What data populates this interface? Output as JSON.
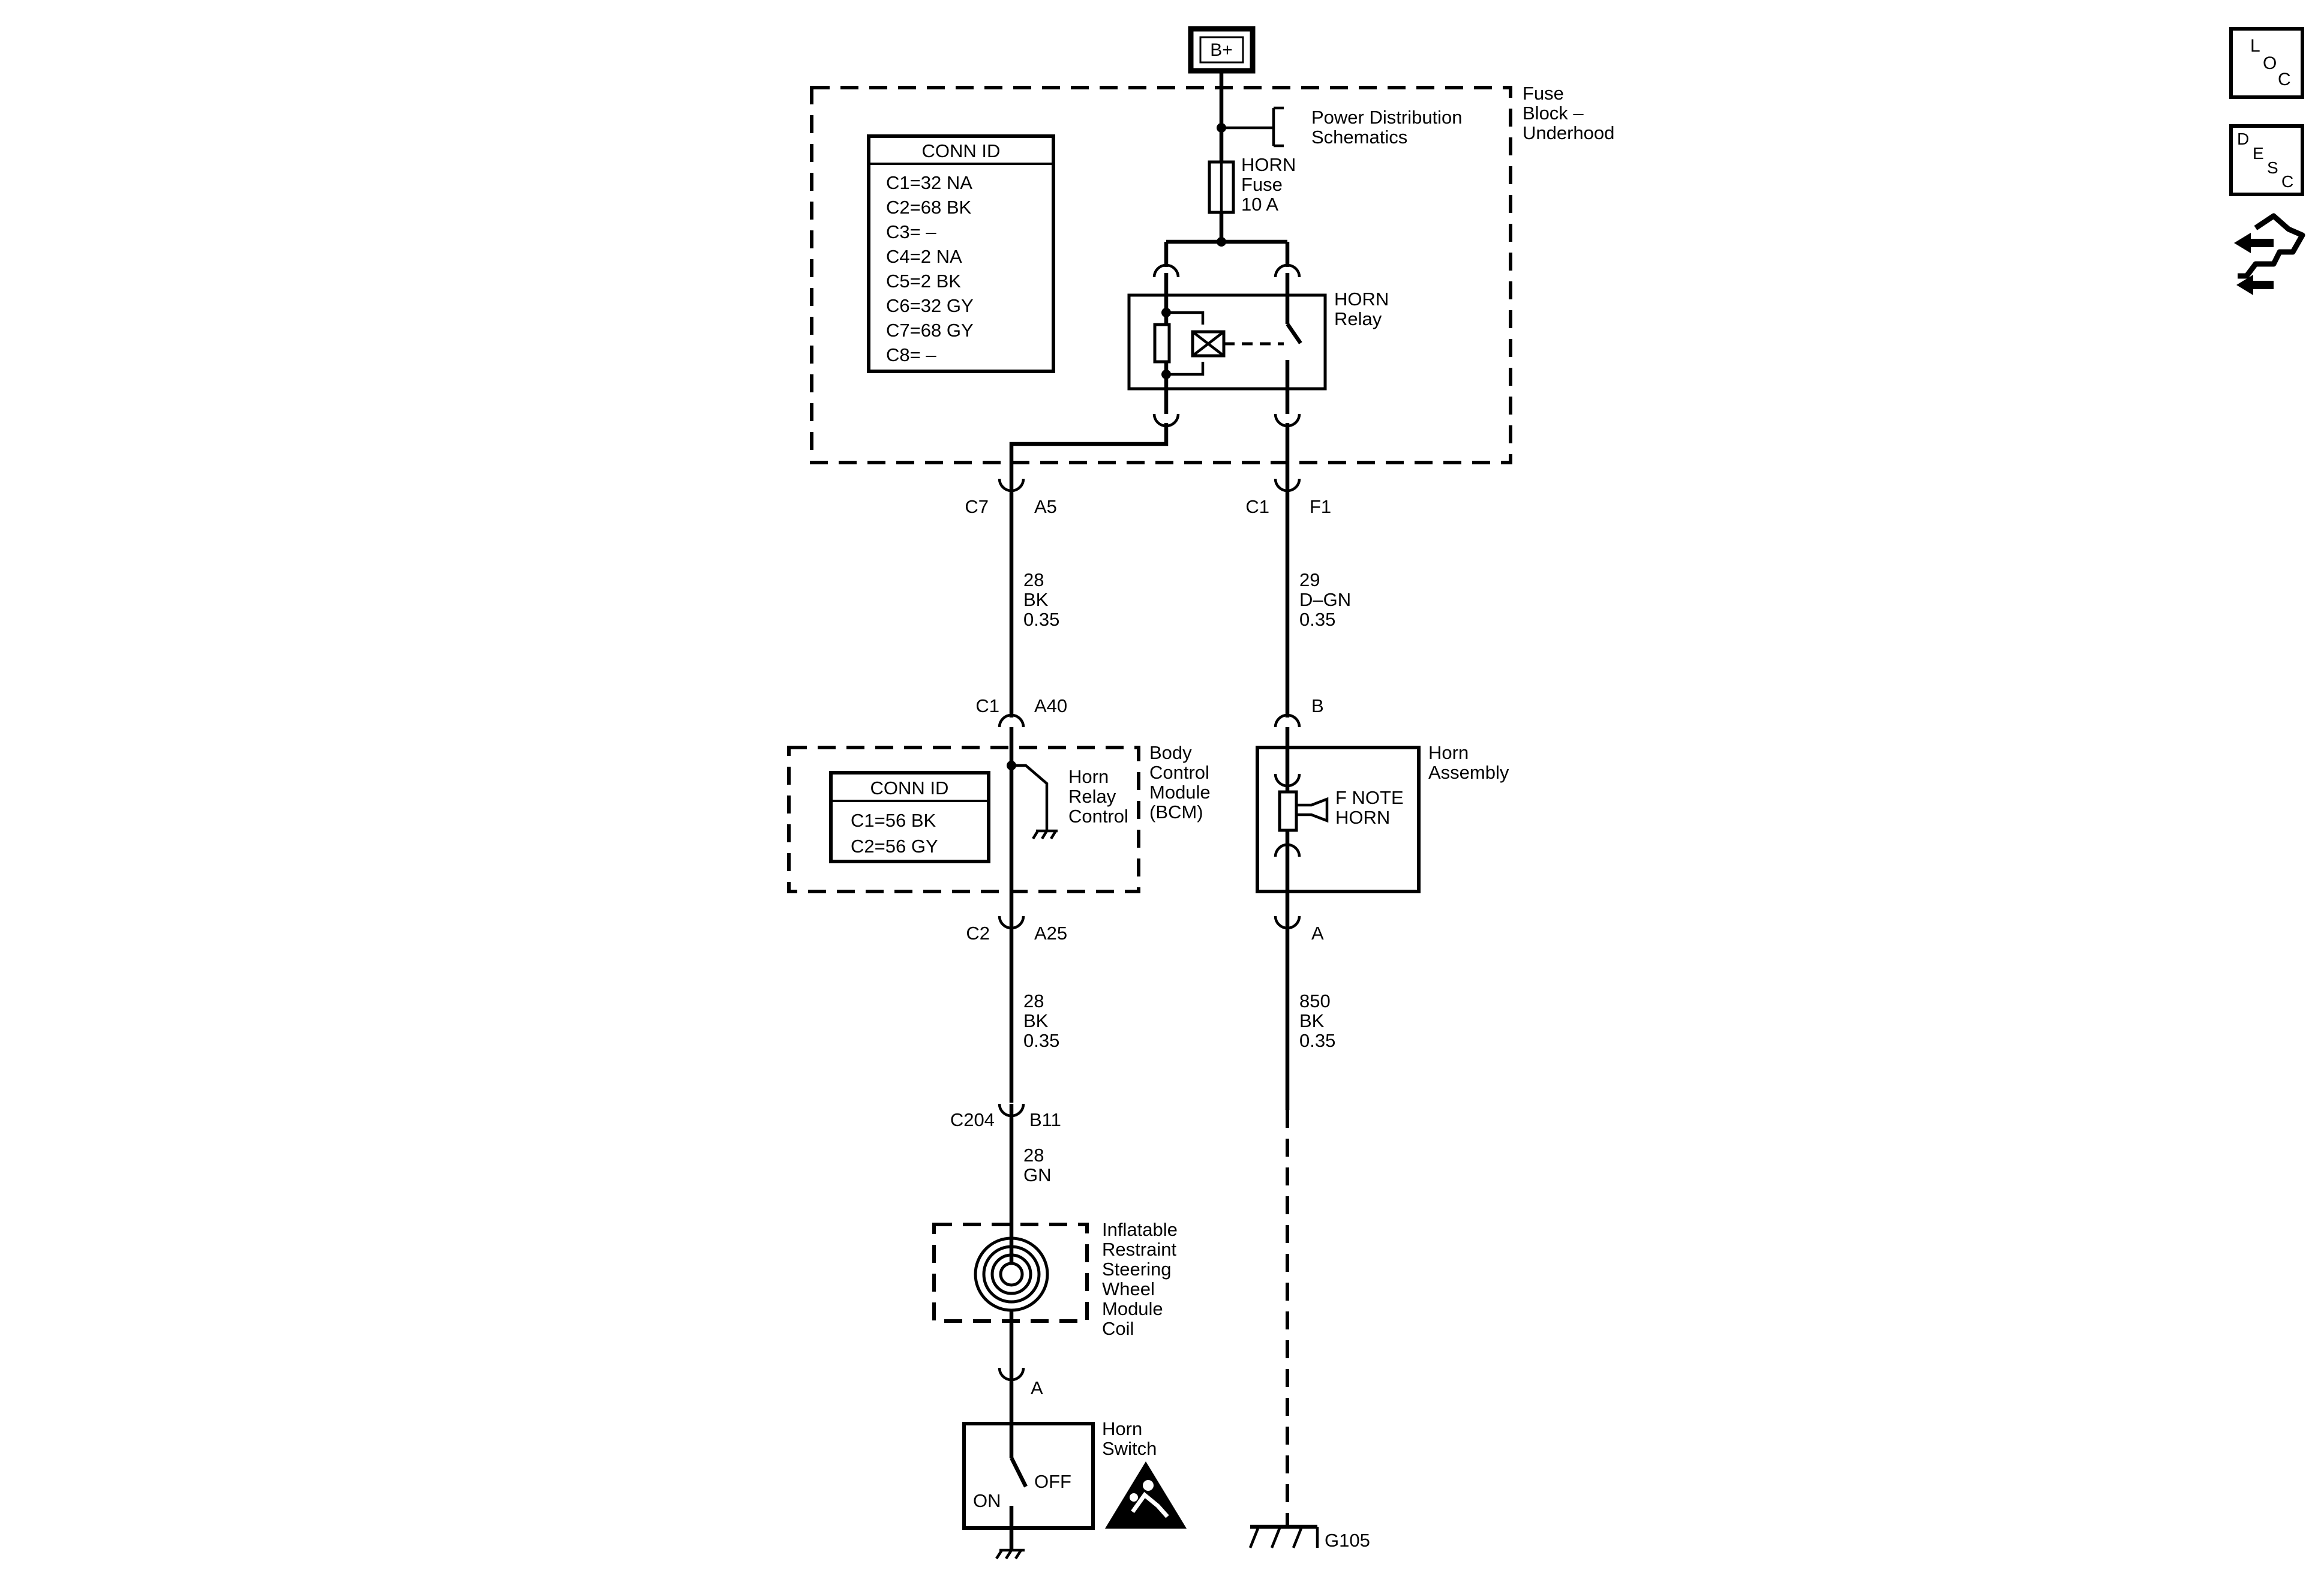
{
  "battery": {
    "label": "B+"
  },
  "fuse_block": {
    "name_line1": "Fuse",
    "name_line2": "Block –",
    "name_line3": "Underhood",
    "power_dist_line1": "Power Distribution",
    "power_dist_line2": "Schematics",
    "fuse_line1": "HORN",
    "fuse_line2": "Fuse",
    "fuse_line3": "10 A",
    "relay_line1": "HORN",
    "relay_line2": "Relay",
    "conn_id": {
      "title": "CONN ID",
      "rows": [
        "C1=32 NA",
        "C2=68 BK",
        "C3= –",
        "C4=2 NA",
        "C5=2 BK",
        "C6=32 GY",
        "C7=68 GY",
        "C8= –"
      ]
    }
  },
  "connectors": {
    "c7": "C7",
    "a5": "A5",
    "c1_f": "C1",
    "f1": "F1",
    "c1_bcm": "C1",
    "a40": "A40",
    "b_horn": "B",
    "c2_bcm": "C2",
    "a25": "A25",
    "a_horn": "A",
    "c204": "C204",
    "b11": "B11",
    "a_switch": "A"
  },
  "wires": {
    "w28_top": {
      "circuit": "28",
      "color": "BK",
      "size": "0.35"
    },
    "w29": {
      "circuit": "29",
      "color": "D–GN",
      "size": "0.35"
    },
    "w28_mid": {
      "circuit": "28",
      "color": "BK",
      "size": "0.35"
    },
    "w850": {
      "circuit": "850",
      "color": "BK",
      "size": "0.35"
    },
    "w28_low": {
      "circuit": "28",
      "color": "GN"
    }
  },
  "bcm": {
    "name_line1": "Body",
    "name_line2": "Control",
    "name_line3": "Module",
    "name_line4": "(BCM)",
    "relay_ctrl_line1": "Horn",
    "relay_ctrl_line2": "Relay",
    "relay_ctrl_line3": "Control",
    "conn_id": {
      "title": "CONN ID",
      "rows": [
        "C1=56 BK",
        "C2=56 GY"
      ]
    }
  },
  "horn_assembly": {
    "name_line1": "Horn",
    "name_line2": "Assembly",
    "horn_line1": "F NOTE",
    "horn_line2": "HORN"
  },
  "coil": {
    "lines": [
      "Inflatable",
      "Restraint",
      "Steering",
      "Wheel",
      "Module",
      "Coil"
    ]
  },
  "horn_switch": {
    "name_line1": "Horn",
    "name_line2": "Switch",
    "on_label": "ON",
    "off_label": "OFF"
  },
  "ground": {
    "label": "G105"
  },
  "side_icons": {
    "loc": {
      "l1": "L",
      "l2": "O",
      "l3": "C",
      "icon": "location-icon"
    },
    "desc": {
      "l1": "D",
      "l2": "E",
      "l3": "S",
      "l4": "C",
      "icon": "description-icon"
    },
    "connector": {
      "icon": "connector-end-view-icon"
    }
  }
}
